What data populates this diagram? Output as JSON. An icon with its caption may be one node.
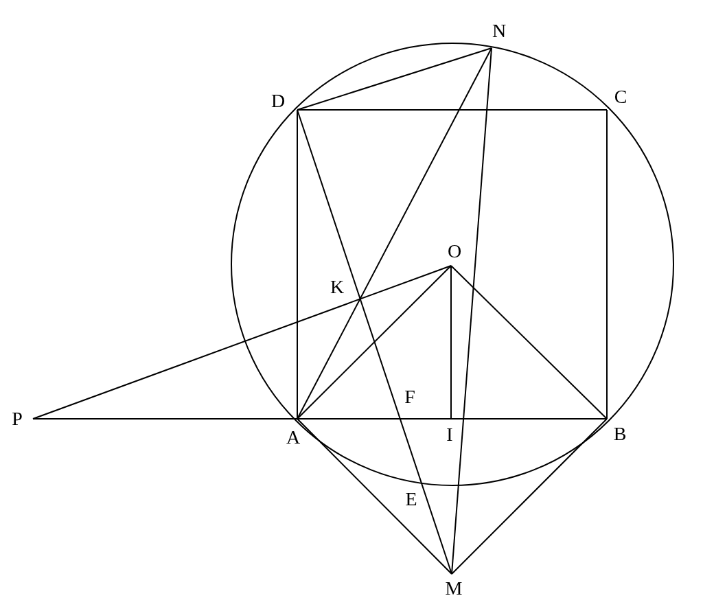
{
  "diagram": {
    "labels": [
      "N",
      "D",
      "C",
      "O",
      "K",
      "F",
      "P",
      "A",
      "I",
      "B",
      "E",
      "M"
    ]
  }
}
